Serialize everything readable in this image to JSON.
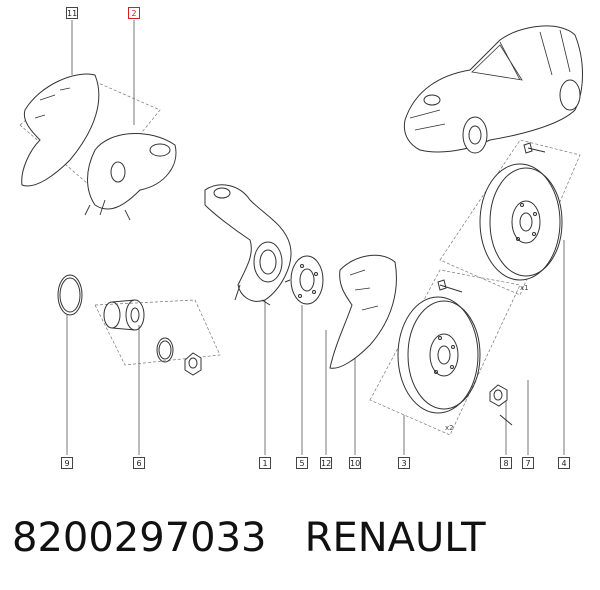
{
  "diagram": {
    "callouts": [
      {
        "label": "11"
      },
      {
        "label": "2",
        "highlight_color": "#d42020"
      },
      {
        "label": "9"
      },
      {
        "label": "6"
      },
      {
        "label": "1"
      },
      {
        "label": "5"
      },
      {
        "label": "12"
      },
      {
        "label": "10"
      },
      {
        "label": "3"
      },
      {
        "label": "8"
      },
      {
        "label": "7"
      },
      {
        "label": "4"
      }
    ],
    "annotations": {
      "disc_qty_top": "x1",
      "disc_qty_bottom": "x2"
    }
  },
  "footer": {
    "part_number": "8200297033",
    "brand": "RENAULT"
  }
}
